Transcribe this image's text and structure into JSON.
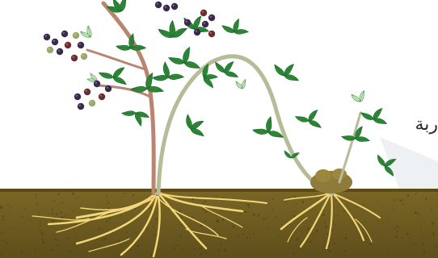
{
  "figure": {
    "caption_fragment": "ربة ،",
    "colors": {
      "soil": "#7a6626",
      "soil_dark": "#5e4e1a",
      "soil_speckle": "#4a3d14",
      "roots": "#f2d87a",
      "old_stem": "#b98470",
      "arching_cane": "#b6bb98",
      "leaf": "#2f8a3a",
      "leaf_dark": "#1f6a2a",
      "leaf_light": "#d3ebc6",
      "berry_dark": "#3b2a4e",
      "berry_red": "#6e2c2e",
      "berry_green": "#9aa86a",
      "new_plant_mound": "#8e7a3a"
    },
    "icons": [
      "old-bramble-plant",
      "arching-cane",
      "cane-tip-rooting",
      "new-plant-shoot"
    ]
  }
}
